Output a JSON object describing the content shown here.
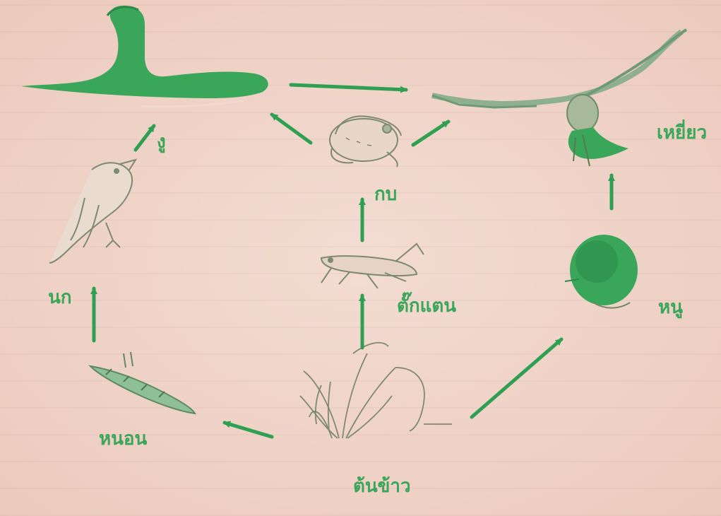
{
  "diagram": {
    "colors": {
      "accent": "#2fa052",
      "background": "#f2d9cf",
      "sketch": "#7d8a6f"
    },
    "organisms": {
      "snake": {
        "label": "งู"
      },
      "hawk": {
        "label": "เหยี่ยว"
      },
      "frog": {
        "label": "กบ"
      },
      "bird": {
        "label": "นก"
      },
      "grasshopper": {
        "label": "ตั๊กแตน"
      },
      "rat": {
        "label": "หนู"
      },
      "caterpillar": {
        "label": "หนอน"
      },
      "rice": {
        "label": "ต้นข้าว"
      }
    }
  }
}
